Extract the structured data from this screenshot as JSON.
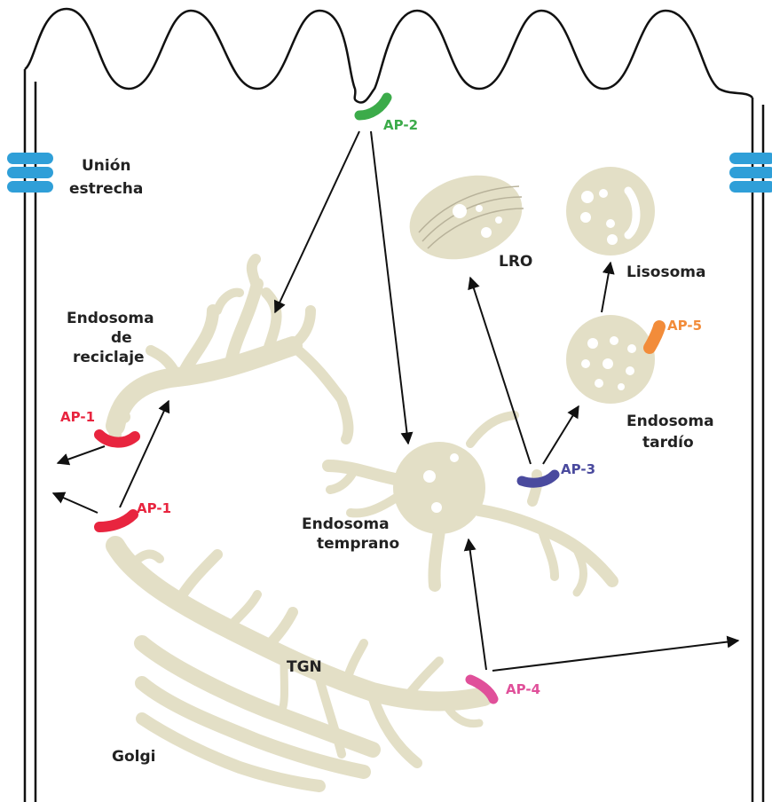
{
  "labels": {
    "tight_junction": [
      "Unión",
      "estrecha"
    ],
    "recycling_endosome": [
      "Endosoma",
      "de",
      "reciclaje"
    ],
    "early_endosome": [
      "Endosoma",
      "temprano"
    ],
    "late_endosome": [
      "Endosoma",
      "tardío"
    ],
    "lro": "LRO",
    "lysosome": "Lisosoma",
    "tgn": "TGN",
    "golgi": "Golgi"
  },
  "adaptors": {
    "ap2": {
      "label": "AP-2",
      "color": "#3cab4a"
    },
    "ap1_top": {
      "label": "AP-1",
      "color": "#e8253f"
    },
    "ap1_bottom": {
      "label": "AP-1",
      "color": "#e8253f"
    },
    "ap3": {
      "label": "AP-3",
      "color": "#4a4a9e"
    },
    "ap4": {
      "label": "AP-4",
      "color": "#e0509a"
    },
    "ap5": {
      "label": "AP-5",
      "color": "#f28c3a"
    }
  },
  "colors": {
    "organelle": "#e3dfc6",
    "membrane": "#111111",
    "tight_junction": "#2f9fd8",
    "arrow": "#111111"
  }
}
